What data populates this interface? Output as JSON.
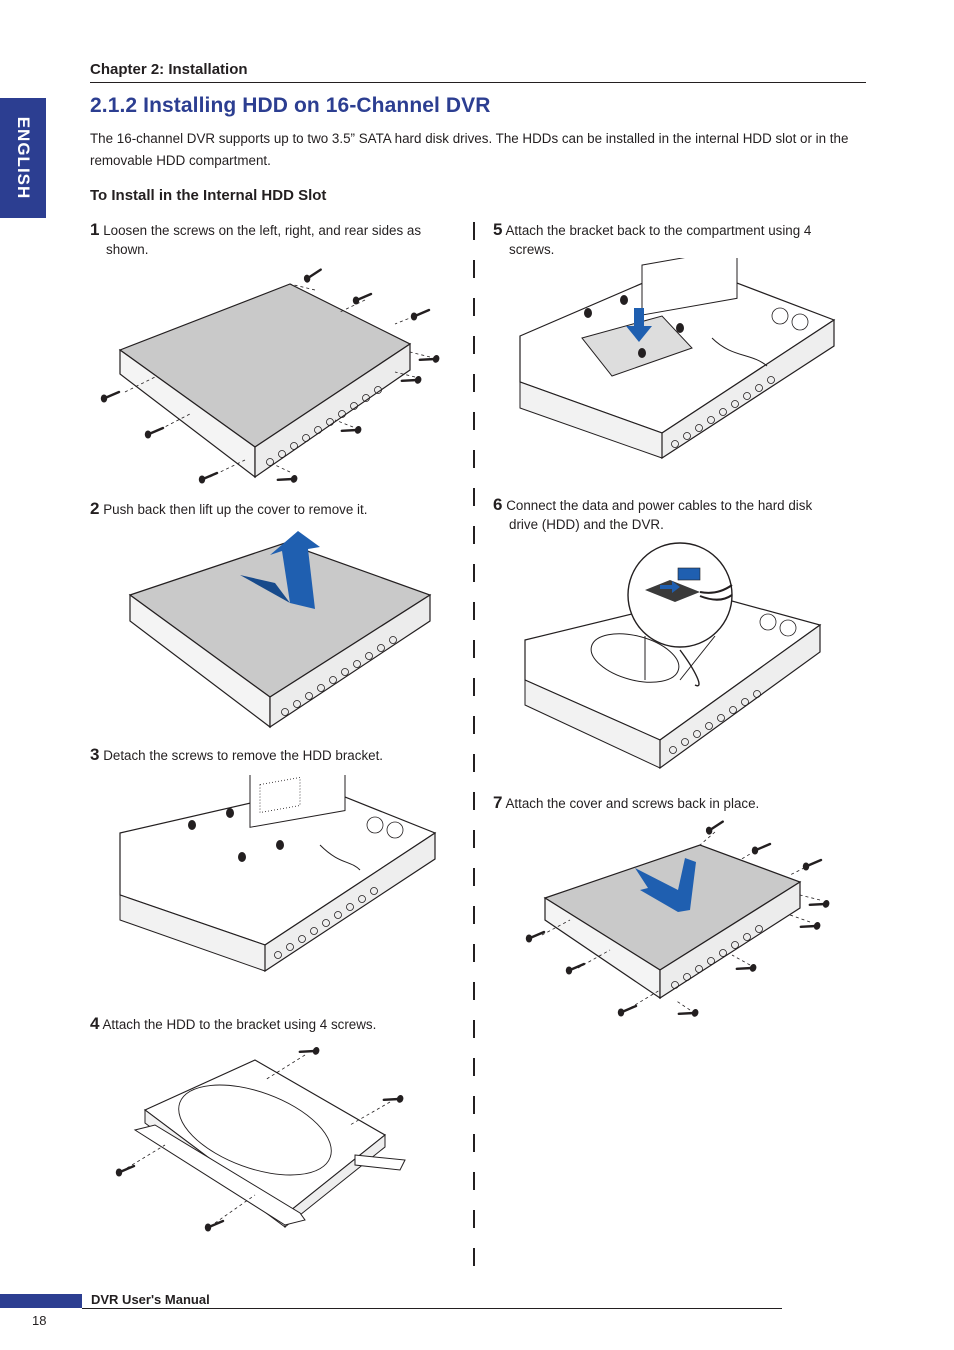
{
  "header": {
    "chapter": "Chapter 2: Installation",
    "language_tab": "ENGLISH"
  },
  "section": {
    "title": "2.1.2 Installing HDD on 16-Channel DVR",
    "intro": "The 16-channel DVR supports up to two 3.5” SATA hard disk drives. The HDDs can be installed in the internal HDD slot or in the removable HDD compartment.",
    "subheading": "To Install in the Internal HDD Slot"
  },
  "steps": [
    {
      "num": "1",
      "line1": "Loosen the screws on the left, right, and rear sides as",
      "line2": "shown."
    },
    {
      "num": "2",
      "line1": "Push back then lift up the cover to remove it.",
      "line2": ""
    },
    {
      "num": "3",
      "line1": "Detach the screws to remove the HDD bracket.",
      "line2": ""
    },
    {
      "num": "4",
      "line1": "Attach the HDD to the bracket using 4 screws.",
      "line2": ""
    },
    {
      "num": "5",
      "line1": "Attach the bracket back to the compartment using 4",
      "line2": "screws."
    },
    {
      "num": "6",
      "line1": "Connect the data and power cables to the hard disk",
      "line2": "drive (HDD) and the DVR."
    },
    {
      "num": "7",
      "line1": "Attach the cover and screws back in place.",
      "line2": ""
    }
  ],
  "footer": {
    "manual_title": "DVR User's Manual",
    "page_number": "18"
  },
  "colors": {
    "accent": "#2c3e91",
    "arrow_blue": "#1f5fb0",
    "cover_gray": "#c9c9c9",
    "text": "#231f20"
  },
  "icons": [
    "screw-icon",
    "arrow-icon",
    "dvr-closed-illustration",
    "dvr-open-illustration",
    "hdd-illustration",
    "cable-magnifier-illustration"
  ]
}
